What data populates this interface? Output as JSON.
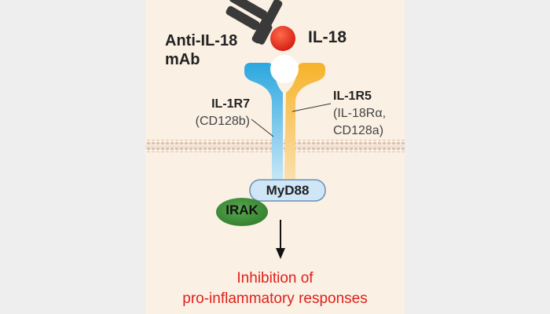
{
  "labels": {
    "antibody_line1": "Anti-IL-18",
    "antibody_line2": "mAb",
    "ligand": "IL-18",
    "receptor_left_name": "IL-1R7",
    "receptor_left_alt": "(CD128b)",
    "receptor_right_name": "IL-1R5",
    "receptor_right_alt1": "(IL-18Rα,",
    "receptor_right_alt2": "CD128a)",
    "adaptor": "MyD88",
    "kinase": "IRAK",
    "outcome_line1": "Inhibition of",
    "outcome_line2": "pro-inflammatory responses"
  },
  "colors": {
    "panel_background": "#faf0e4",
    "outer_background": "#eeeeee",
    "antibody": "#3a3a3a",
    "il18": "#e8281e",
    "receptor_left": "#29a8e0",
    "receptor_right": "#f7b52c",
    "membrane": "#d9bca7",
    "myd88_fill": "#cfe6f7",
    "irak_fill": "#3f8f3a",
    "outcome_text": "#e0201b"
  }
}
